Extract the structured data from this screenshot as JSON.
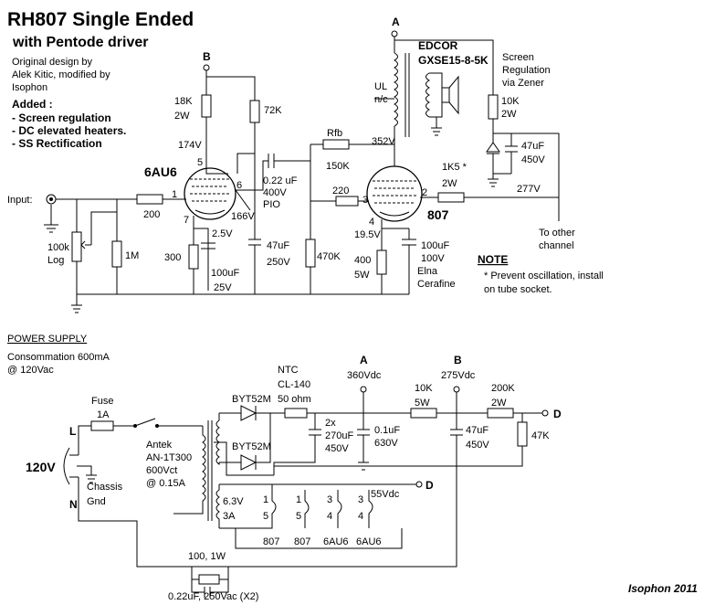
{
  "title": {
    "main": "RH807 Single Ended",
    "sub": "with Pentode driver"
  },
  "credits": {
    "line1": "Original design by",
    "line2": "Alek Kitic, modified by",
    "line3": "Isophon"
  },
  "added": {
    "heading": "Added :",
    "items": [
      "- Screen regulation",
      "- DC elevated heaters.",
      "- SS Rectification"
    ]
  },
  "amplifier": {
    "node_b": "B",
    "node_a": "A",
    "r_plate_6au6": "18K",
    "r_plate_6au6_w": "2W",
    "r_screen_6au6": "72K",
    "v_174": "174V",
    "tube_driver": "6AU6",
    "pin5": "5",
    "pin1": "1",
    "pin6": "6",
    "pin7": "7",
    "input_label": "Input:",
    "r_grid": "200",
    "v_166": "166V",
    "cap_coupling": "0.22 uF",
    "cap_coupling_v": "400V",
    "cap_coupling_type": "PIO",
    "pot_value": "100k",
    "pot_type": "Log",
    "r_1m": "1M",
    "r_cathode": "300",
    "v_2_5": "2.5V",
    "cap_cathode": "100uF",
    "cap_cathode_v": "25V",
    "cap_screen": "47uF",
    "cap_screen_v": "250V",
    "r_470k": "470K",
    "rfb": "Rfb",
    "r_150k": "150K",
    "r_220": "220",
    "v_352": "352V",
    "tube_output": "807",
    "pin3": "3",
    "pin2": "2",
    "pin4": "4",
    "v_19_5": "19.5V",
    "r_400": "400",
    "r_400_w": "5W",
    "cap_cathode_807": "100uF",
    "cap_cathode_807_v": "100V",
    "cap_cathode_807_brand1": "Elna",
    "cap_cathode_807_brand2": "Cerafine",
    "r_1k5": "1K5 *",
    "r_1k5_w": "2W",
    "v_277": "277V",
    "other_channel_1": "To other",
    "other_channel_2": "channel",
    "transformer_brand": "EDCOR",
    "transformer_model": "GXSE15-8-5K",
    "ul": "UL",
    "nc": "n/c",
    "screen_reg_1": "Screen",
    "screen_reg_2": "Regulation",
    "screen_reg_3": "via Zener",
    "r_10k": "10K",
    "r_10k_w": "2W",
    "cap_zener": "47uF",
    "cap_zener_v": "450V"
  },
  "note": {
    "heading": "NOTE",
    "line1": "* Prevent oscillation, install",
    "line2": "on tube socket."
  },
  "power_supply": {
    "heading": "POWER SUPPLY",
    "consumption_1": "Consommation 600mA",
    "consumption_2": "@ 120Vac",
    "fuse": "Fuse",
    "fuse_rating": "1A",
    "l": "L",
    "n": "N",
    "v_120": "120V",
    "chassis_1": "Chassis",
    "chassis_2": "Gnd",
    "xfmr_1": "Antek",
    "xfmr_2": "AN-1T300",
    "xfmr_3": "600Vct",
    "xfmr_4": "@ 0.15A",
    "diode_1": "BYT52M",
    "diode_2": "BYT52M",
    "ntc_1": "NTC",
    "ntc_2": "CL-140",
    "ntc_3": "50 ohm",
    "cap_main_1": "2x",
    "cap_main_2": "270uF",
    "cap_main_3": "450V",
    "node_a": "A",
    "v_360": "360Vdc",
    "cap_01_1": "0.1uF",
    "cap_01_2": "630V",
    "r_10k": "10K",
    "r_10k_w": "5W",
    "node_b": "B",
    "v_275": "275Vdc",
    "cap_47_1": "47uF",
    "cap_47_2": "450V",
    "r_200k": "200K",
    "r_200k_w": "2W",
    "node_d": "D",
    "r_47k": "47K",
    "v_55": "55Vdc",
    "heater_v": "6.3V",
    "heater_a": "3A",
    "h_807a_top": "1",
    "h_807a_bot": "5",
    "h_807a_name": "807",
    "h_807b_top": "1",
    "h_807b_bot": "5",
    "h_807b_name": "807",
    "h_6au6a_top": "3",
    "h_6au6a_bot": "4",
    "h_6au6a_name": "6AU6",
    "h_6au6b_top": "3",
    "h_6au6b_bot": "4",
    "h_6au6b_name": "6AU6",
    "r_100": "100, 1W",
    "snubber": "0.22uF, 250Vac (X2)"
  },
  "footer": "Isophon 2011"
}
